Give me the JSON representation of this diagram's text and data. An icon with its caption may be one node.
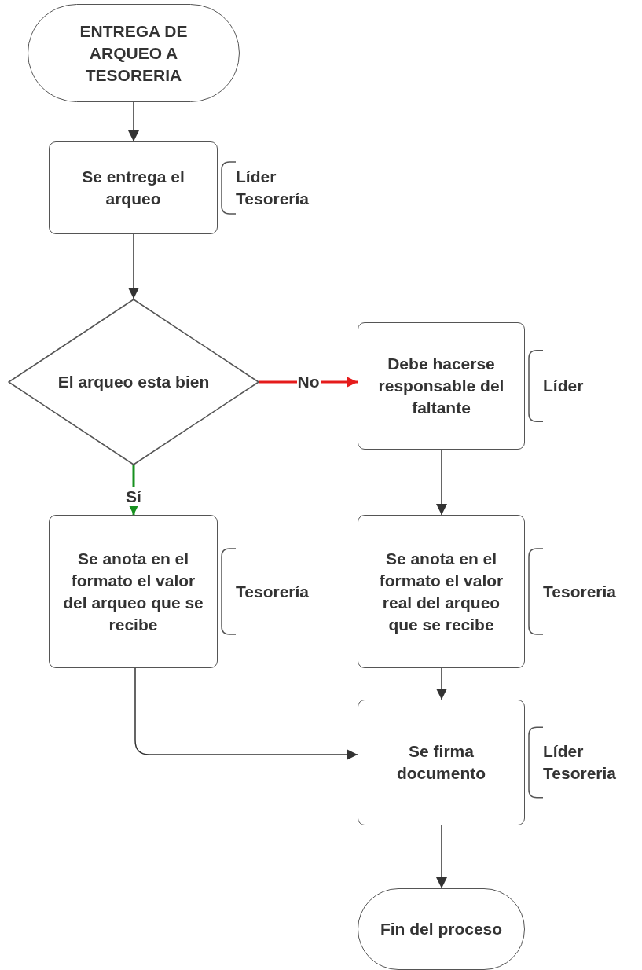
{
  "diagram": {
    "nodes": [
      {
        "text": [
          "ENTREGA DE ARQUEO A TESORERIA"
        ]
      },
      {
        "text": [
          "Se entrega el arqueo"
        ],
        "beside": [
          "Líder Tesorería"
        ]
      },
      {
        "text": [
          "El arqueo esta bien"
        ]
      },
      {
        "text": [
          "Debe hacerse responsable del faltante"
        ],
        "beside": [
          "Líder"
        ]
      },
      {
        "text": [
          "Se anota en el formato el valor del arqueo que se recibe"
        ],
        "beside": [
          "Tesorería"
        ]
      },
      {
        "text": [
          "Se anota en el formato el valor real del arqueo que se recibe"
        ],
        "beside": [
          "Tesoreria"
        ]
      },
      {
        "text": [
          "Se firma documento"
        ],
        "beside": [
          "Líder Tesoreria"
        ]
      },
      {
        "text": [
          "Fin del proceso"
        ]
      }
    ],
    "edges": [
      {
        "from": 0,
        "to": 1,
        "arrow": "to"
      },
      {
        "from": 1,
        "to": 2,
        "arrow": "to"
      },
      {
        "from": 2,
        "to": 3,
        "arrow": "to",
        "label": "No",
        "color": "#e51b1b"
      },
      {
        "from": 2,
        "to": 4,
        "arrow": "to",
        "label": "Sí",
        "color": "#17901f"
      },
      {
        "from": 3,
        "to": 5,
        "arrow": "to"
      },
      {
        "from": 5,
        "to": 6,
        "arrow": "to"
      },
      {
        "from": 4,
        "to": 6,
        "arrow": "to"
      },
      {
        "from": 6,
        "to": 7,
        "arrow": "to"
      }
    ]
  }
}
